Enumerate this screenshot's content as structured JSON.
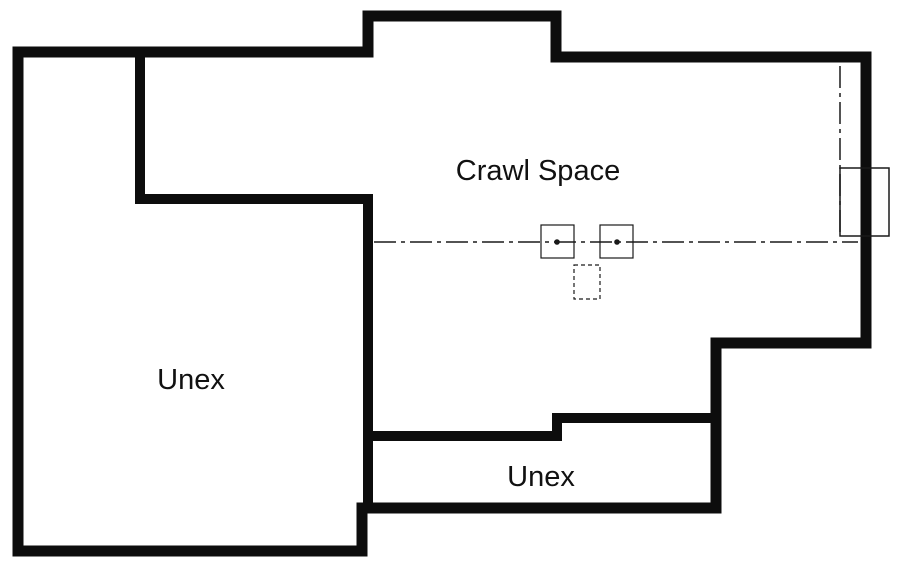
{
  "floor_plan": {
    "rooms": [
      {
        "id": "crawl-space",
        "label": "Crawl Space"
      },
      {
        "id": "unex-left",
        "label": "Unex"
      },
      {
        "id": "unex-bottom",
        "label": "Unex"
      }
    ],
    "colors": {
      "wall": "#0d0d0d",
      "detail": "#1a1a1a",
      "background": "#ffffff"
    }
  }
}
